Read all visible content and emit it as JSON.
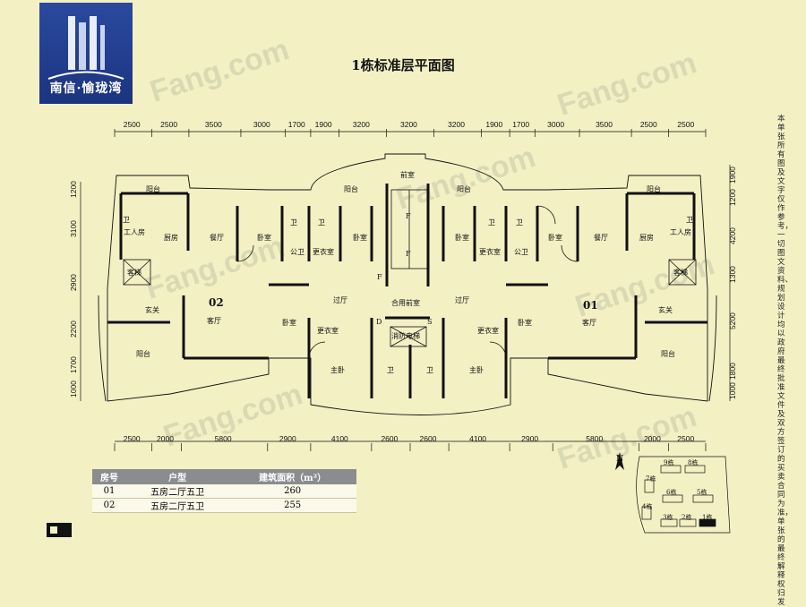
{
  "logo": {
    "text": "南信·愉珑湾"
  },
  "title": "1栋标准层平面图",
  "watermark": "Fang.com",
  "dims_top": [
    "2500",
    "2500",
    "3500",
    "3000",
    "1700",
    "1900",
    "3200",
    "3200",
    "3200",
    "1900",
    "1700",
    "3000",
    "3500",
    "2500",
    "2500"
  ],
  "dims_bottom": [
    "2500",
    "2000",
    "5800",
    "2900",
    "4100",
    "2600",
    "2600",
    "4100",
    "2900",
    "5800",
    "2000",
    "2500"
  ],
  "dims_left": [
    "1200",
    "3100",
    "2900",
    "2200",
    "1700",
    "1000"
  ],
  "dims_right": [
    "1900",
    "1200",
    "4200",
    "1300",
    "5200",
    "1800",
    "1000"
  ],
  "rooms": {
    "balcony": "阳台",
    "maid": "工人房",
    "toilet": "卫",
    "kitchen": "厨房",
    "dining": "餐厅",
    "bedroom": "卧室",
    "pub_toilet": "公卫",
    "dressing": "更衣室",
    "lift": "客梯",
    "foyer": "玄关",
    "living": "客厅",
    "corridor": "过厅",
    "shared_lobby": "合用前室",
    "fire_lift": "消防电梯",
    "master": "主卧",
    "front_room": "前室",
    "unit_02": "02",
    "unit_01": "01",
    "f": "F",
    "d": "D",
    "s": "S"
  },
  "table": {
    "headers": [
      "房号",
      "户型",
      "建筑面积（m²）"
    ],
    "rows": [
      [
        "01",
        "五房二厅五卫",
        "260"
      ],
      [
        "02",
        "五房二厅五卫",
        "255"
      ]
    ]
  },
  "side_note": "本单张所有图及文字仅作参考，一切图文资料、规划设计均以政府最终批准文件及双方签订的买卖合同为准，单张的最终解释权归发",
  "siteplan": {
    "compass": "N",
    "buildings": [
      "9栋",
      "8栋",
      "7栋",
      "6栋",
      "5栋",
      "4栋",
      "3栋",
      "2栋",
      "1栋"
    ]
  },
  "colors": {
    "bg": "#f3f0c4",
    "wall": "#111111",
    "logo": "#1c3480"
  }
}
